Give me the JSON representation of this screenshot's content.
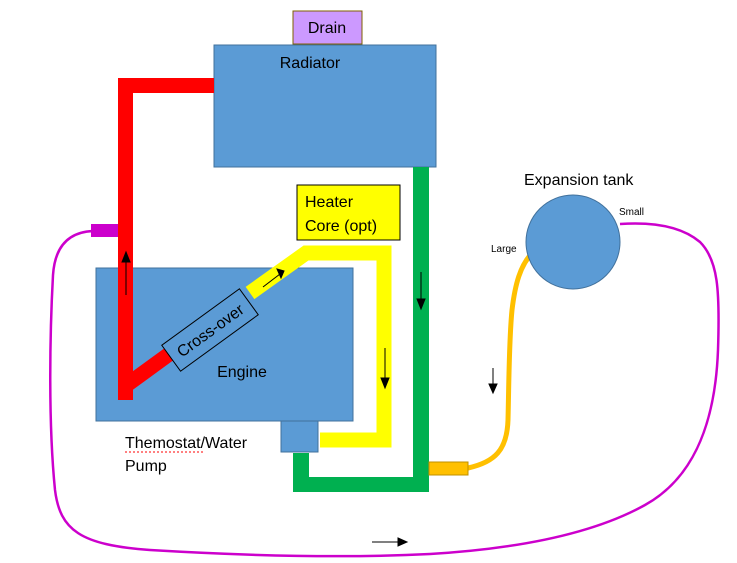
{
  "components": {
    "drain": "Drain",
    "radiator": "Radiator",
    "heater_core_line1": "Heater",
    "heater_core_line2": "Core (opt)",
    "crossover": "Cross-over",
    "engine": "Engine",
    "thermostat_line1": "Themostat/Water",
    "thermostat_line2": "Pump",
    "expansion_tank": "Expansion tank",
    "port_small": "Small",
    "port_large": "Large"
  },
  "colors": {
    "component_fill": "#5b9bd5",
    "component_stroke": "#41719c",
    "upper_hose": "#ff0000",
    "lower_hose": "#00b050",
    "heater_hose": "#ffff00",
    "overflow_hose": "#ffc000",
    "bypass_hose": "#cc00cc",
    "drain_fill": "#cc99ff",
    "arrow": "#000000"
  }
}
